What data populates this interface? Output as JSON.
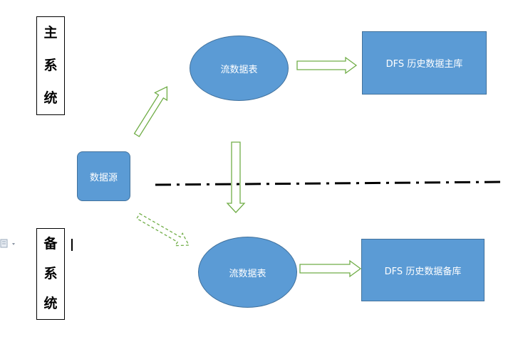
{
  "main_system": {
    "chars": [
      "主",
      "系",
      "统"
    ]
  },
  "backup_system": {
    "chars": [
      "备",
      "系",
      "统"
    ]
  },
  "source": {
    "label": "数据源"
  },
  "stream_table_main": {
    "label": "流数据表"
  },
  "stream_table_backup": {
    "label": "流数据表"
  },
  "dfs_main": {
    "label": "DFS 历史数据主库"
  },
  "dfs_backup": {
    "label": "DFS 历史数据备库"
  },
  "colors": {
    "node_fill": "#5b9bd5",
    "node_border": "#41719c",
    "arrow_green": "#70ad47",
    "divider": "#000000"
  }
}
